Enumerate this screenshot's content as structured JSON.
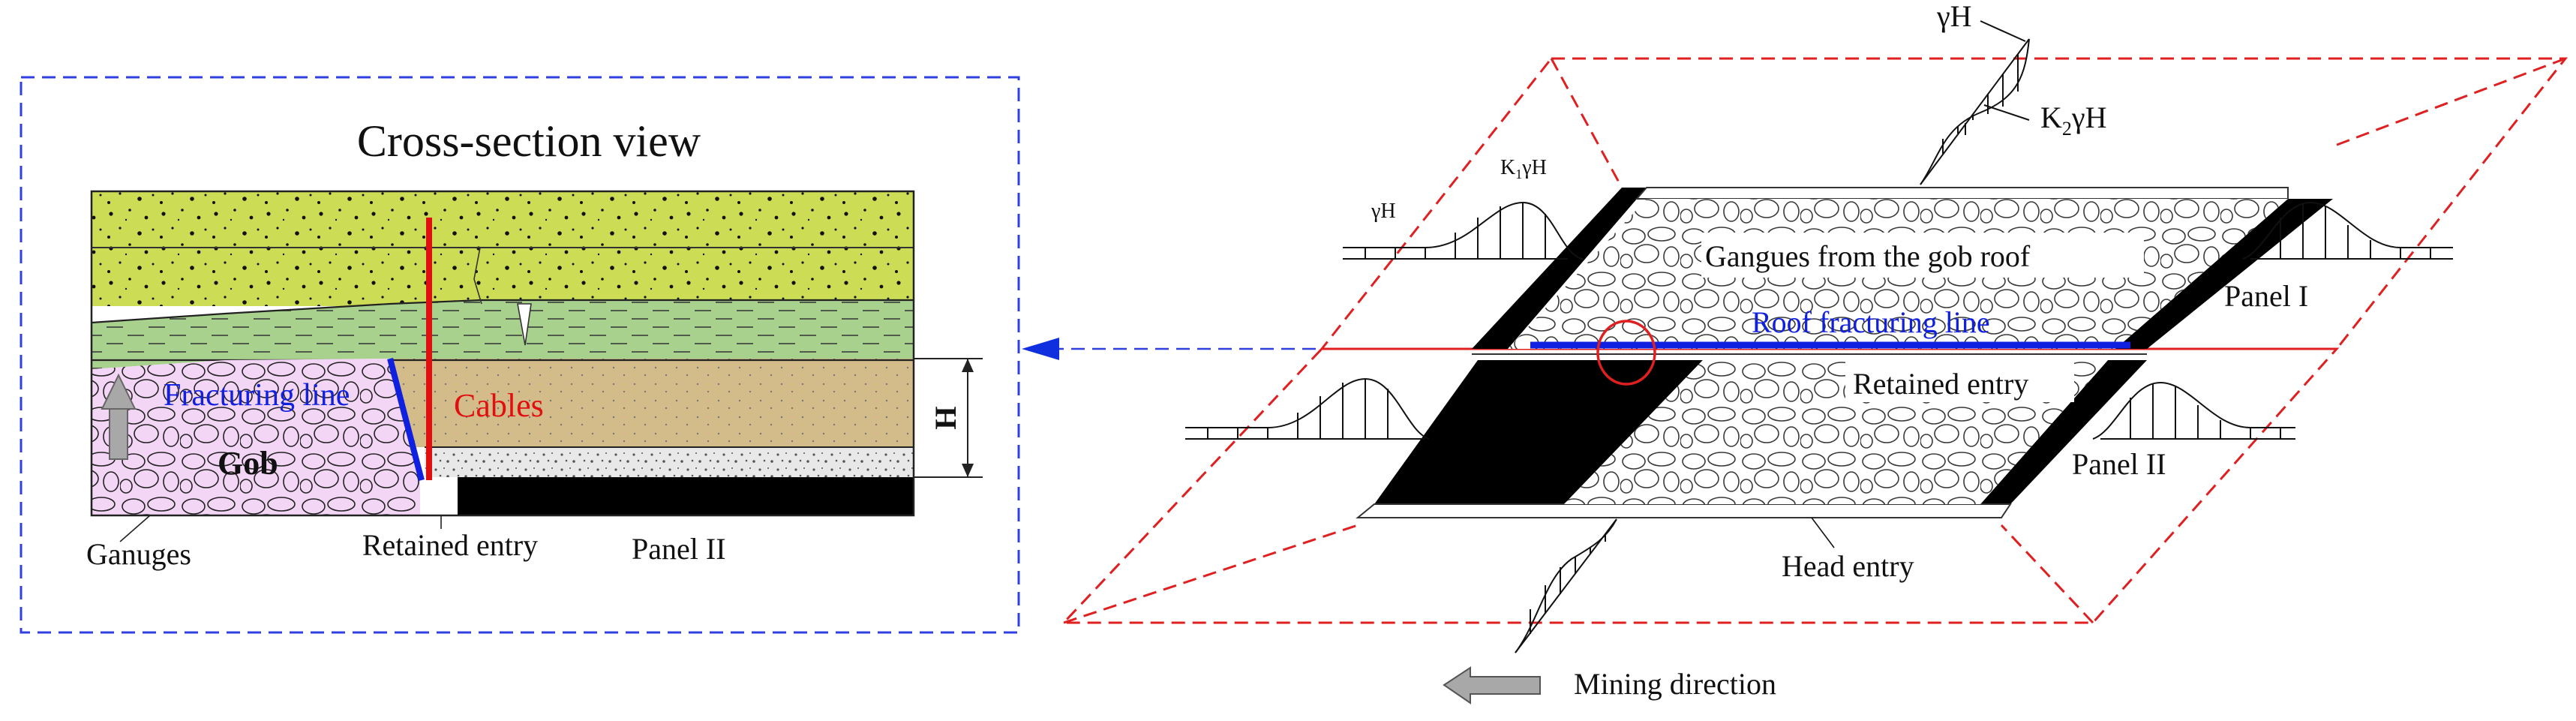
{
  "cross_section": {
    "title": "Cross-section view",
    "labels": {
      "fracturing_line": "Fracturing line",
      "cables": "Cables",
      "gob": "Gob",
      "h": "H",
      "ganuges": "Ganuges",
      "retained_entry": "Retained entry",
      "panel_ii": "Panel II"
    }
  },
  "perspective": {
    "labels": {
      "gamma_h_top": "γH",
      "k2_gamma_h_base": "K",
      "k2_gamma_h_sub": "2",
      "k2_gamma_h_tail": "γH",
      "gamma_h_left": "γH",
      "k1_gamma_h_base": "K",
      "k1_gamma_h_sub": "1",
      "k1_gamma_h_tail": "γH",
      "gangues_roof": "Gangues from the gob roof",
      "roof_fracturing_line": "Roof fracturing line",
      "panel_i": "Panel I",
      "retained_entry": "Retained entry",
      "panel_ii": "Panel II",
      "head_entry": "Head entry",
      "mining_direction": "Mining direction"
    }
  },
  "colors": {
    "yellow_green": "#ccdd55",
    "green": "#a9d18e",
    "tan": "#d4bc8a",
    "gob_pink": "#f3d5f5",
    "concrete": "#e8e8e8",
    "fracturing_blue": "#1020e0",
    "cables_red": "#e01010",
    "dashed_red": "#e02020",
    "dashed_blue": "#3040e0",
    "arrow_gray": "#a8a8a8"
  }
}
